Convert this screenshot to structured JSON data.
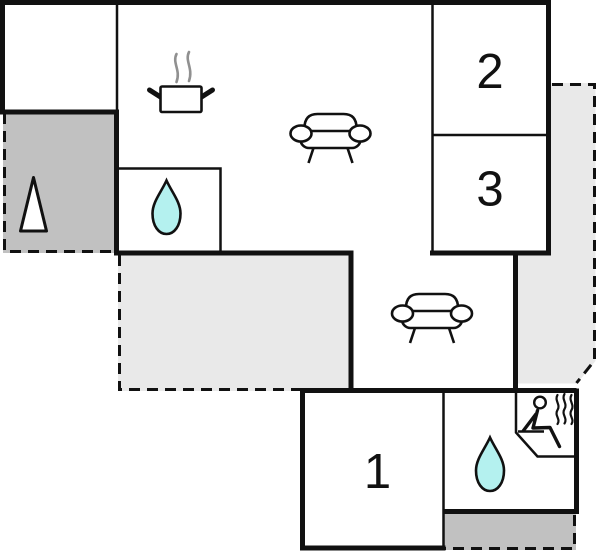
{
  "plan": {
    "type": "apartment-floor-plan",
    "rooms": [
      {
        "id": "room-1",
        "label": "1"
      },
      {
        "id": "room-2",
        "label": "2"
      },
      {
        "id": "room-3",
        "label": "3"
      }
    ],
    "icons": [
      "cooking-pot-icon",
      "steam-icon",
      "sofa-icon",
      "sofa-icon",
      "water-drop-icon",
      "water-drop-icon",
      "sauna-person-icon",
      "sauna-steam-icon",
      "tree-marker-icon"
    ],
    "colors": {
      "background": "#ffffff",
      "wall": "#111111",
      "terrace_dark": "#c1c1c1",
      "terrace_light": "#e9e9e9",
      "water": "#b4f1ef",
      "pot_steam": "#909090",
      "room_fill": "#ffffff"
    }
  }
}
